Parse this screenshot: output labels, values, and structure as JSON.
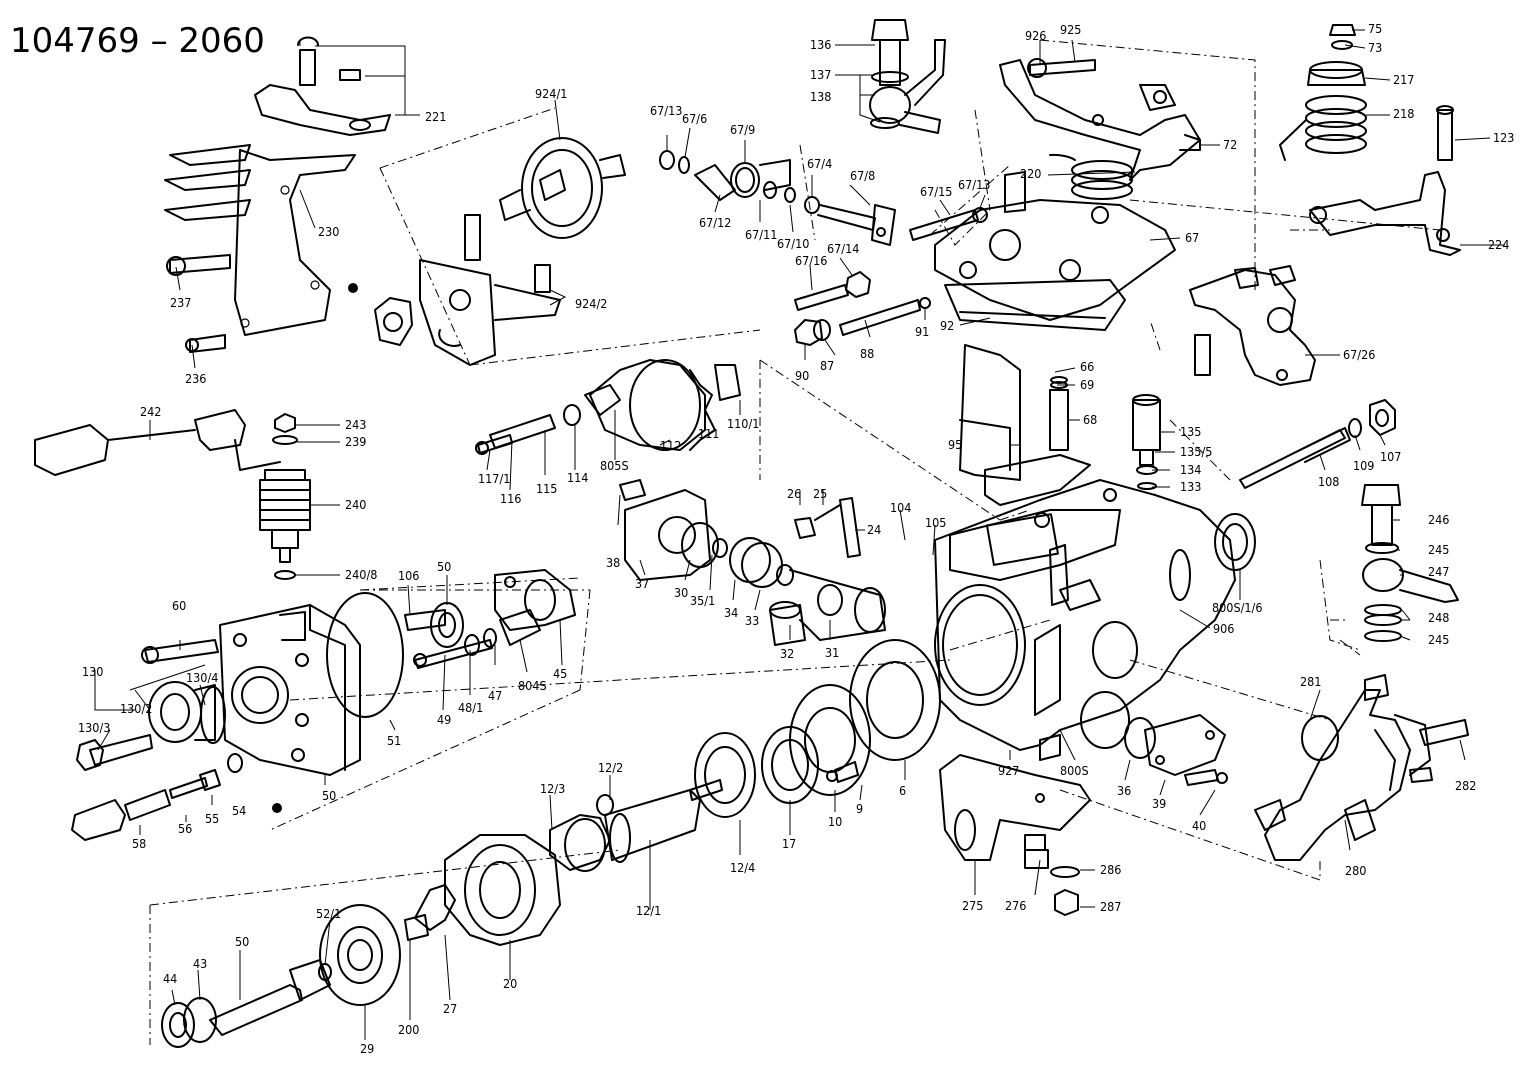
{
  "title": "104769 – 2060",
  "labels": [
    "221",
    "230",
    "237",
    "236",
    "924/1",
    "924/2",
    "136",
    "137",
    "138",
    "926",
    "925",
    "75",
    "73",
    "217",
    "218",
    "123",
    "72",
    "220",
    "224",
    "67/13",
    "67/6",
    "67/9",
    "67/12",
    "67/11",
    "67/10",
    "67/4",
    "67/8",
    "67/15",
    "67/13",
    "67",
    "67/16",
    "67/14",
    "92",
    "91",
    "88",
    "87",
    "90",
    "67/26",
    "66",
    "69",
    "68",
    "95",
    "135",
    "135/5",
    "134",
    "133",
    "107",
    "109",
    "108",
    "246",
    "245",
    "247",
    "248",
    "245",
    "242",
    "243",
    "239",
    "240",
    "240/8",
    "106",
    "50",
    "60",
    "130",
    "130/4",
    "130/2",
    "130/3",
    "58",
    "56",
    "55",
    "54",
    "50",
    "51",
    "49",
    "48/1",
    "47",
    "804S",
    "45",
    "117/1",
    "116",
    "115",
    "114",
    "805S",
    "112",
    "111",
    "110/1",
    "38",
    "37",
    "30",
    "35/1",
    "34",
    "33",
    "32",
    "31",
    "26",
    "25",
    "24",
    "104",
    "105",
    "800S/1/6",
    "906",
    "281",
    "282",
    "280",
    "927",
    "800S",
    "36",
    "39",
    "40",
    "275",
    "276",
    "286",
    "287",
    "12/3",
    "12/2",
    "12/1",
    "12/4",
    "17",
    "10",
    "9",
    "6",
    "52/1",
    "50",
    "44",
    "43",
    "29",
    "200",
    "27",
    "20"
  ],
  "colors": {
    "ink": "#000000",
    "paper": "#ffffff"
  }
}
